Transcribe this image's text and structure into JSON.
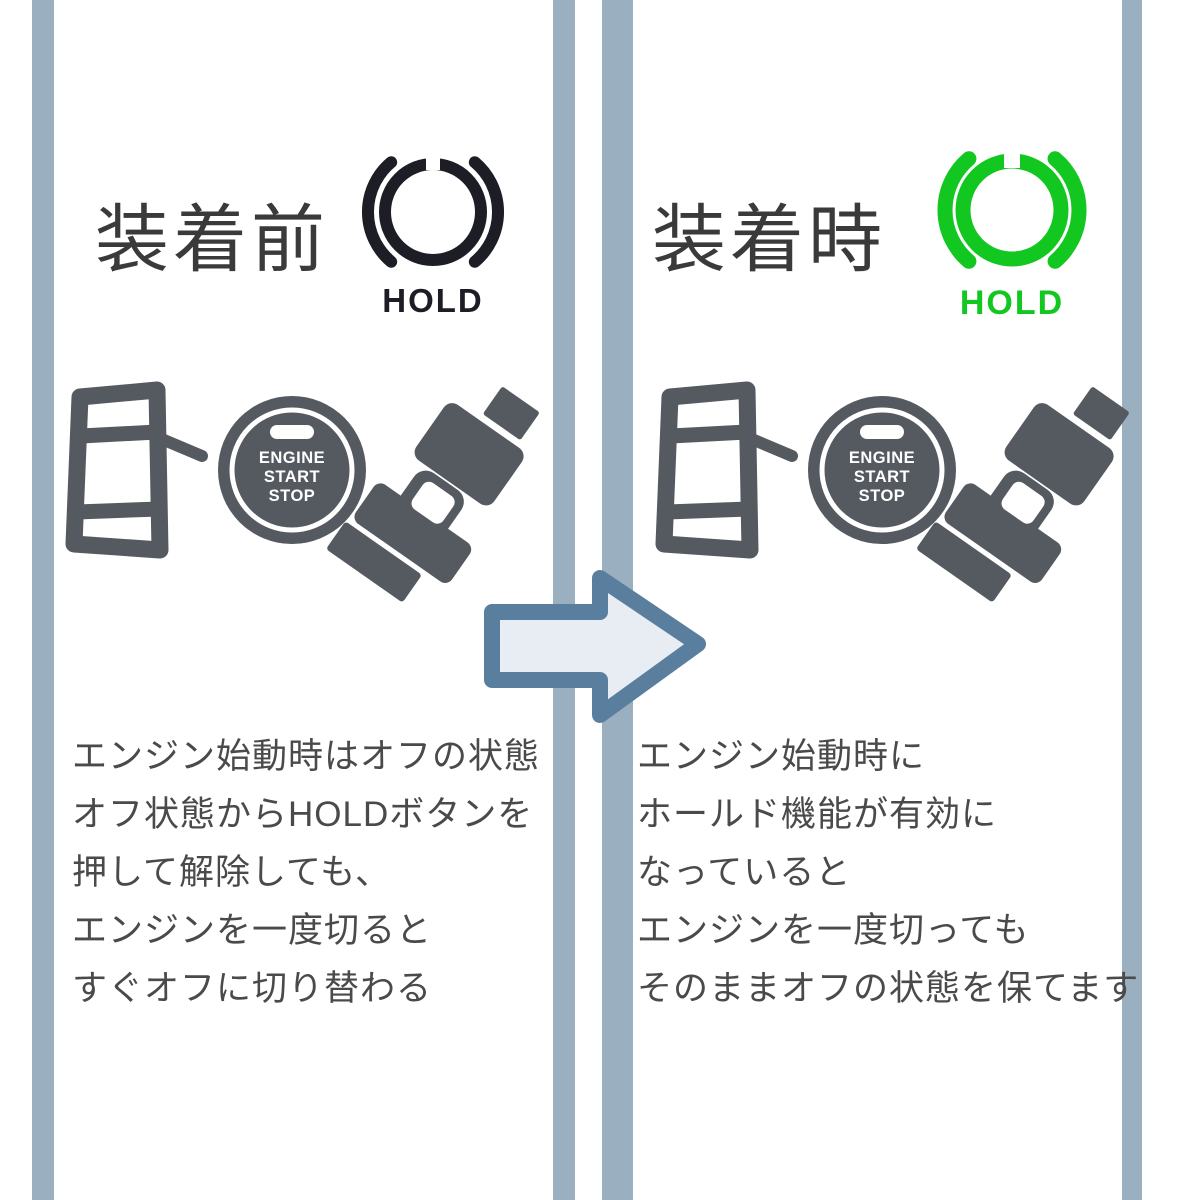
{
  "colors": {
    "border_bar": "#9aafc0",
    "panel_background": "#ffffff",
    "icon_gray": "#555a61",
    "heading_text": "#3a3a3a",
    "body_text": "#4a4a4a",
    "hold_black": "#1d1d25",
    "hold_green": "#12c71f",
    "arrow_stroke": "#5a7f9e",
    "arrow_fill": "#e7edf2"
  },
  "icons": [
    "brake-hold-indicator-icon",
    "car-door-open-icon",
    "engine-start-stop-button-icon",
    "seatbelt-buckle-icon",
    "right-arrow-icon"
  ],
  "left_panel": {
    "heading": "装着前",
    "hold_icon_label": "HOLD",
    "engine_button_lines": [
      "ENGINE",
      "START",
      "STOP"
    ],
    "description_lines": [
      "エンジン始動時はオフの状態",
      "オフ状態からHOLDボタンを",
      "押して解除しても、",
      "エンジンを一度切ると",
      "すぐオフに切り替わる"
    ]
  },
  "right_panel": {
    "heading": "装着時",
    "hold_icon_label": "HOLD",
    "engine_button_lines": [
      "ENGINE",
      "START",
      "STOP"
    ],
    "description_lines": [
      "エンジン始動時に",
      "ホールド機能が有効に",
      "なっていると",
      "エンジンを一度切っても",
      "そのままオフの状態を保てます"
    ]
  }
}
